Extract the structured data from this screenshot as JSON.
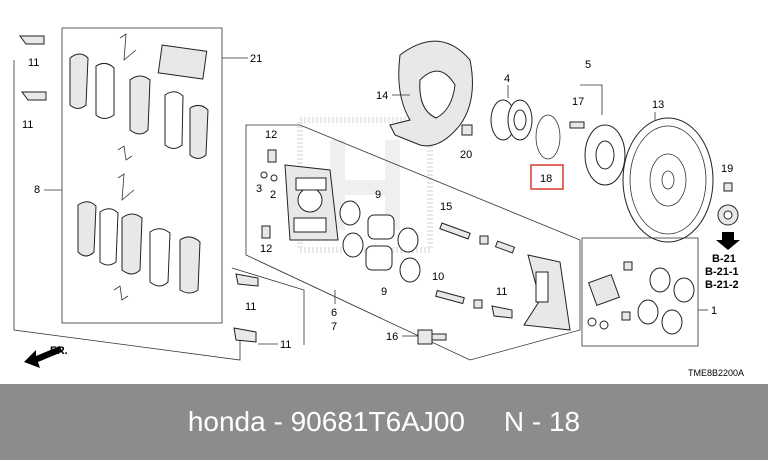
{
  "caption": {
    "brand": "honda",
    "separator": " - ",
    "part_number": "90681T6AJ00",
    "ref_prefix": "N - ",
    "ref_number": "18"
  },
  "diagram": {
    "code": "TME8B2200A",
    "front_label": "FR.",
    "highlight_color": "#d93c2e",
    "highlight_label": "18",
    "refs": [
      "B-21",
      "B-21-1",
      "B-21-2"
    ],
    "labels": {
      "l1": "1",
      "l2": "2",
      "l3": "3",
      "l4": "4",
      "l5": "5",
      "l6": "6",
      "l7": "7",
      "l8": "8",
      "l9a": "9",
      "l9b": "9",
      "l10": "10",
      "l11a": "11",
      "l11b": "11",
      "l11c": "11",
      "l11d": "11",
      "l11e": "11",
      "l12a": "12",
      "l12b": "12",
      "l13": "13",
      "l14": "14",
      "l15": "15",
      "l16": "16",
      "l17": "17",
      "l19": "19",
      "l20": "20",
      "l21": "21"
    }
  }
}
